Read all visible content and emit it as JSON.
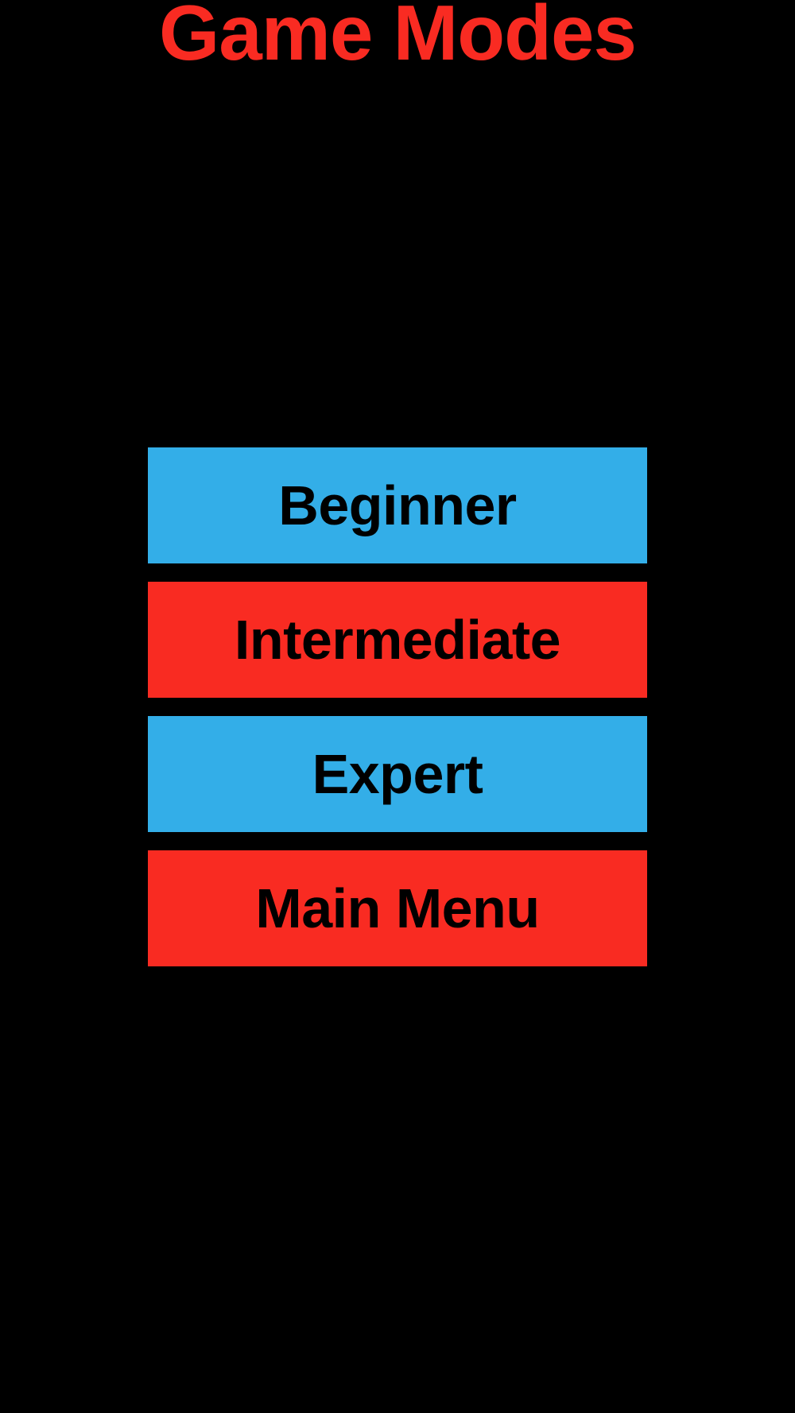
{
  "screen": {
    "name": "game-modes",
    "background_color": "#000000",
    "title": "Game Modes",
    "title_color": "#F92B22"
  },
  "theme": {
    "blue": "#33AEE8",
    "red": "#F92B22",
    "button_text_color": "#000000",
    "background": "#000000"
  },
  "buttons": [
    {
      "label": "Beginner",
      "color_name": "blue",
      "color": "#33AEE8"
    },
    {
      "label": "Intermediate",
      "color_name": "red",
      "color": "#F92B22"
    },
    {
      "label": "Expert",
      "color_name": "blue",
      "color": "#33AEE8"
    },
    {
      "label": "Main Menu",
      "color_name": "red",
      "color": "#F92B22"
    }
  ]
}
